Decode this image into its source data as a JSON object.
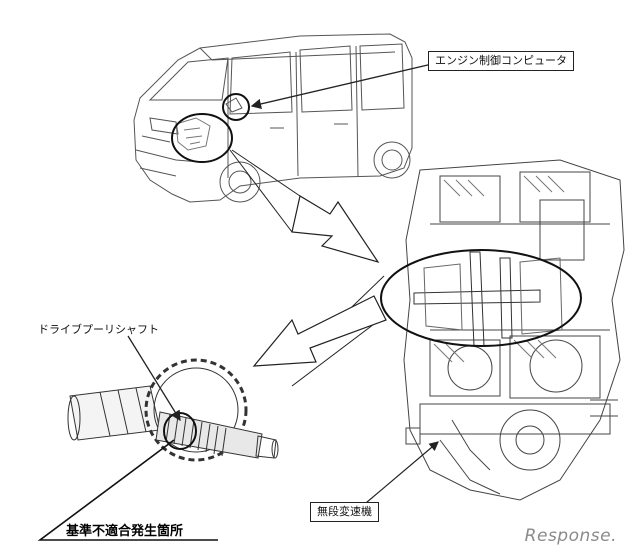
{
  "labels": {
    "engine_computer": "エンジン制御コンピュータ",
    "pulley_shaft": "ドライブプーリシャフト",
    "nonconformity_location": "基準不適合発生箇所",
    "cvt": "無段変速機"
  },
  "watermark": {
    "brand": "Response."
  },
  "colors": {
    "line": "#222222",
    "sketch": "#555555",
    "watermark": "#8a8a8a"
  }
}
